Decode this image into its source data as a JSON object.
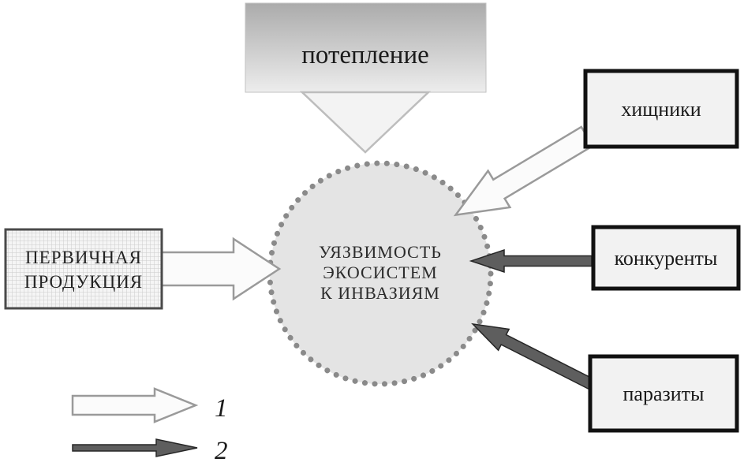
{
  "diagram": {
    "warming_label": "потепление",
    "center_circle": [
      "УЯЗВИМОСТЬ",
      "ЭКОСИСТЕМ",
      "К ИНВАЗИЯМ"
    ],
    "primary_production": [
      "ПЕРВИЧНАЯ",
      "ПРОДУКЦИЯ"
    ],
    "factor_boxes": [
      {
        "id": "predators",
        "label": "хищники"
      },
      {
        "id": "competitors",
        "label": "конкуренты"
      },
      {
        "id": "parasites",
        "label": "паразиты"
      }
    ],
    "legend": [
      {
        "symbol": "light-outline-arrow",
        "label": "1"
      },
      {
        "symbol": "dark-solid-arrow",
        "label": "2"
      }
    ],
    "colors": {
      "light_arrow_fill": "#fbfbfb",
      "light_arrow_stroke": "#9a9a9a",
      "dark_arrow_fill": "#5e5e5e",
      "dark_arrow_stroke": "#262626",
      "circle_fill": "#e4e4e4",
      "circle_dots": "#8a8a8a",
      "box_fill": "#f2f2f2",
      "box_border": "#111111",
      "warming_gradient_top": "#ababab",
      "warming_gradient_bottom": "#ededed"
    }
  }
}
